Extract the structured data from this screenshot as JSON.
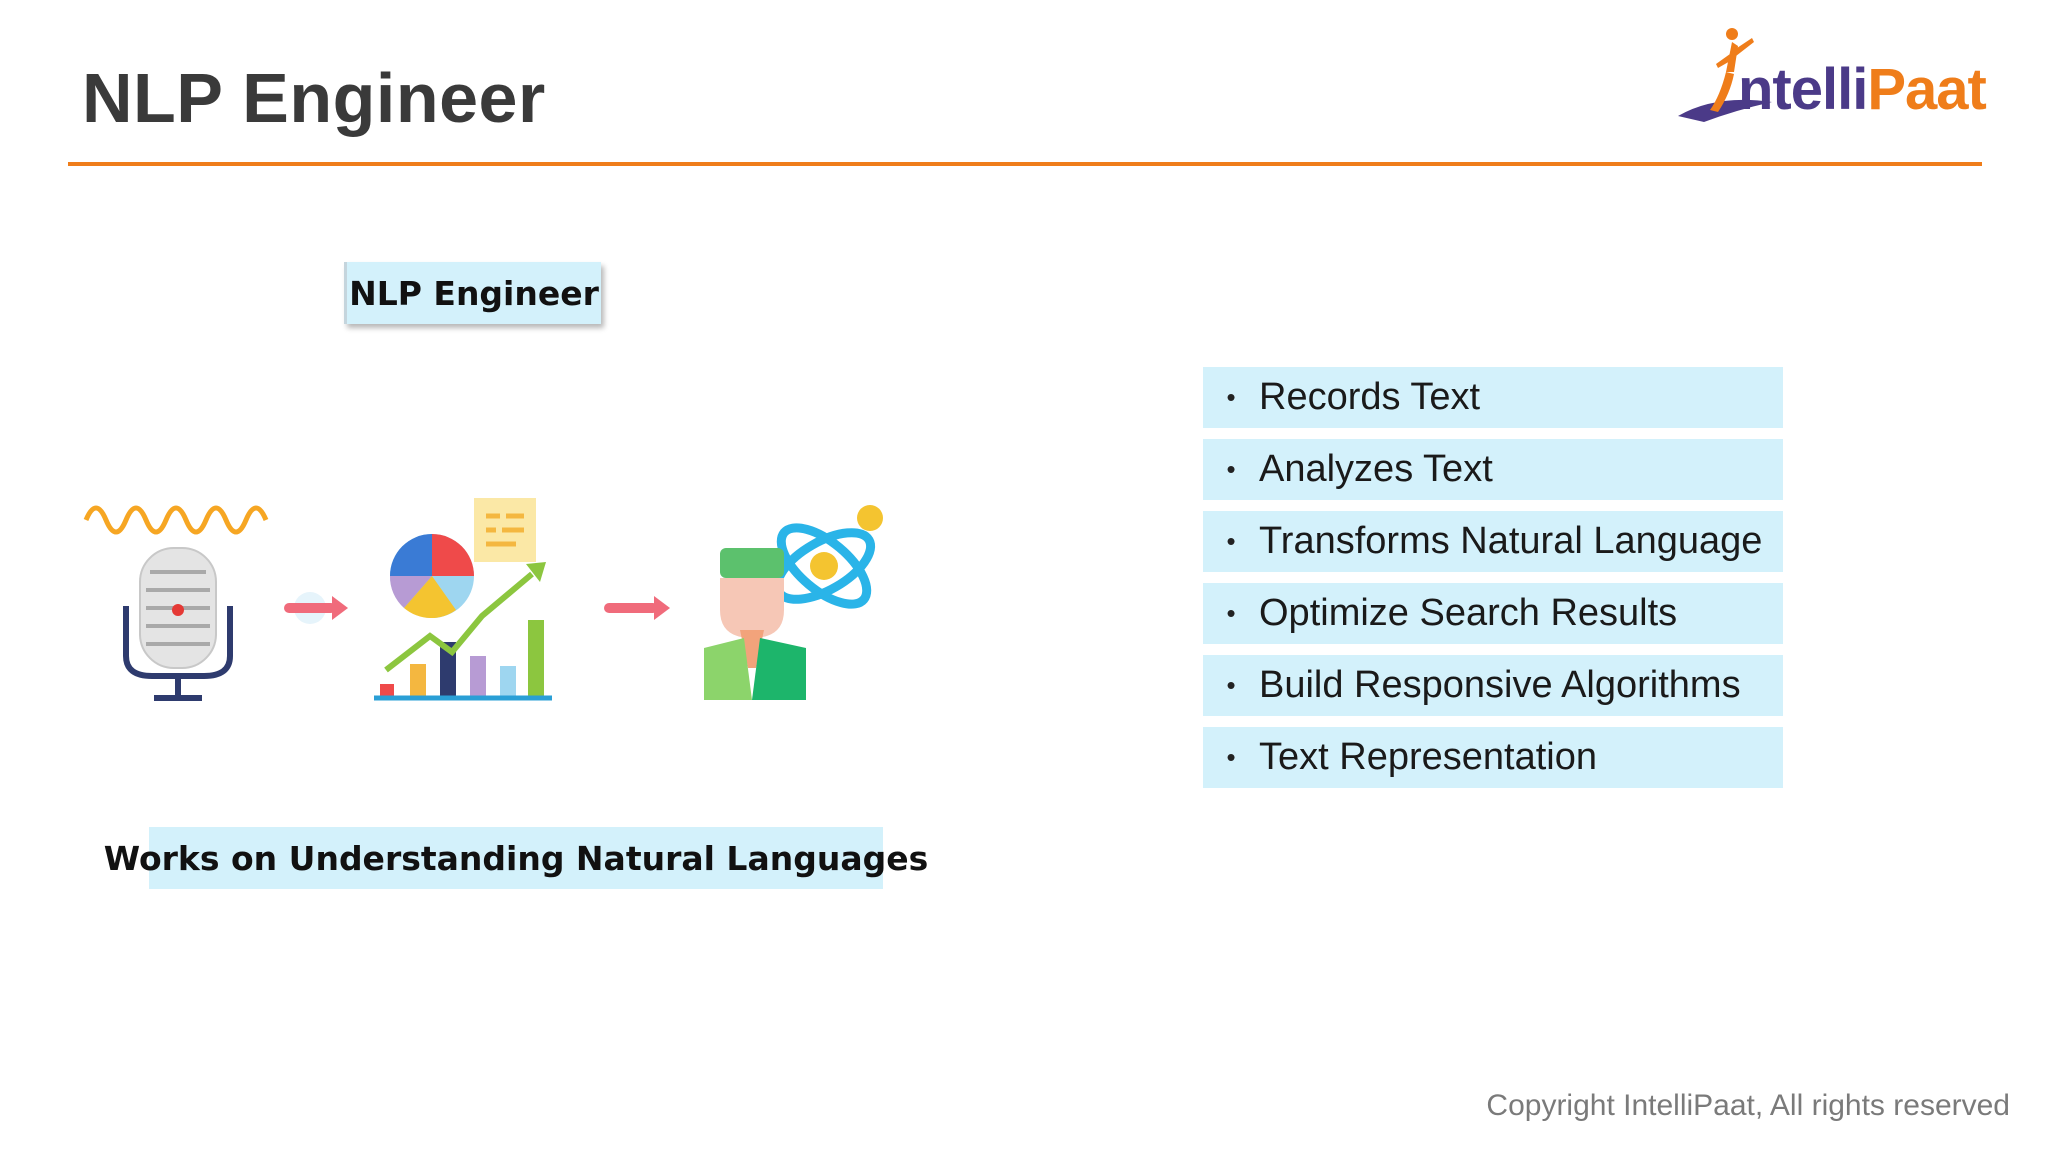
{
  "slide": {
    "title": "NLP Engineer",
    "accent_color": "#ef7d1a"
  },
  "logo": {
    "text_part1": "ntelli",
    "text_part2": "Paat",
    "icon": "intellipaat-figure-icon"
  },
  "diagram": {
    "heading": "NLP Engineer",
    "caption": "Works on Understanding Natural Languages",
    "icons": [
      "microphone-icon",
      "arrow-right-icon",
      "analytics-chart-icon",
      "arrow-right-icon",
      "scientist-atom-icon"
    ]
  },
  "bullets": {
    "items": [
      "Records Text",
      "Analyzes Text",
      "Transforms Natural Language",
      "Optimize Search Results",
      "Build Responsive Algorithms",
      "Text Representation"
    ],
    "background_color": "#d3f1fb"
  },
  "footer": {
    "copyright": "Copyright IntelliPaat, All rights reserved"
  }
}
